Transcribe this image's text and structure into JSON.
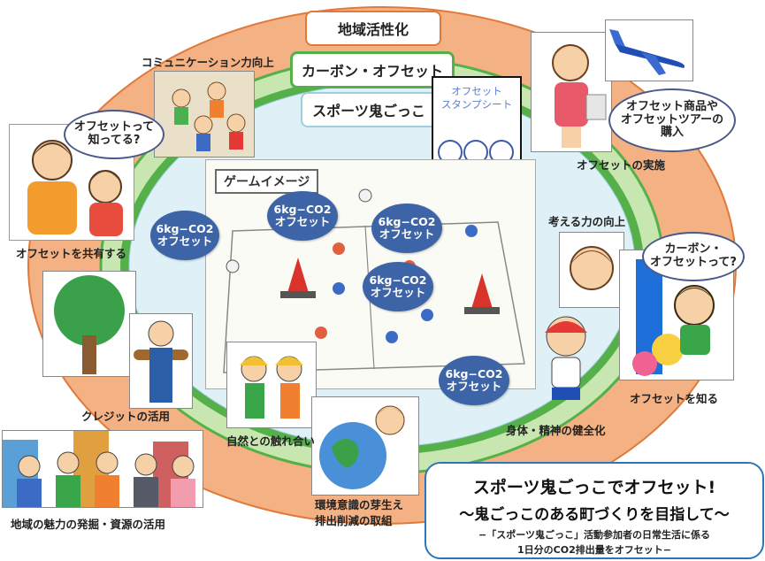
{
  "layers": {
    "outer": "地域活性化",
    "middle": "カーボン・オフセット",
    "inner": "スポーツ鬼ごっこ"
  },
  "stamp_sheet": {
    "title_line1": "オフセット",
    "title_line2": "スタンプシート"
  },
  "game_image_label": "ゲームイメージ",
  "co2_badges": [
    {
      "line1": "6kg−CO2",
      "line2": "オフセット"
    },
    {
      "line1": "6kg−CO2",
      "line2": "オフセット"
    },
    {
      "line1": "6kg−CO2",
      "line2": "オフセット"
    },
    {
      "line1": "6kg−CO2",
      "line2": "オフセット"
    },
    {
      "line1": "6kg−CO2",
      "line2": "オフセット"
    }
  ],
  "bubbles": {
    "offset_know": {
      "line1": "オフセットって",
      "line2": "知ってる?"
    },
    "offset_goods": {
      "line1": "オフセット商品や",
      "line2": "オフセットツアーの",
      "line3": "購入"
    },
    "carbon_q": {
      "line1": "カーボン・",
      "line2": "オフセットって?"
    }
  },
  "captions": {
    "communication": "コミュニケーション力向上",
    "share": "オフセットを共有する",
    "implement": "オフセットの実施",
    "thinking": "考える力の向上",
    "know": "オフセットを知る",
    "credit": "クレジットの活用",
    "nature": "自然との触れ合い",
    "health": "身体・精神の健全化",
    "awareness_line1": "環境意識の芽生え",
    "awareness_line2": "排出削減の取組",
    "region": "地域の魅力の発掘・資源の活用"
  },
  "summary": {
    "headline": "スポーツ鬼ごっこでオフセット!",
    "subhead": "〜鬼ごっこのある町づくりを目指して〜",
    "note_line1": "−「スポーツ鬼ごっこ」活動参加者の日常生活に係る",
    "note_line2": "1日分のCO2排出量をオフセット−"
  },
  "colors": {
    "outer_ring": "#f4b183",
    "outer_border": "#e07a3a",
    "middle_ring": "#c8e6b0",
    "middle_border": "#55b04a",
    "inner_ring": "#dff1f7",
    "co2_badge": "#3e64a8",
    "summary_border": "#2e75b6"
  }
}
